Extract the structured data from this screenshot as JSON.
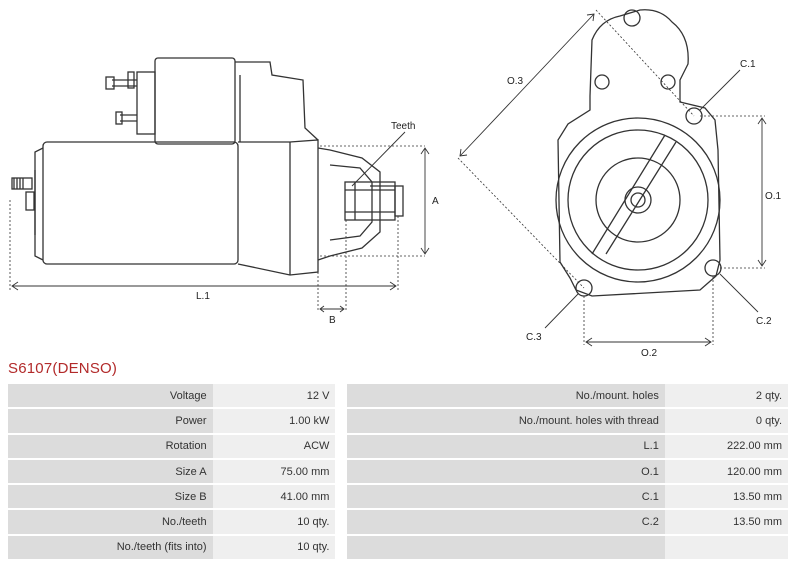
{
  "drawing": {
    "labels": {
      "teeth": "Teeth",
      "a": "A",
      "b": "B",
      "l1": "L.1",
      "o3": "O.3",
      "o1": "O.1",
      "o2": "O.2",
      "c1": "C.1",
      "c2": "C.2",
      "c3": "C.3"
    },
    "line_color": "#333333"
  },
  "title": "S6107(DENSO)",
  "title_color": "#b22a2a",
  "specs": [
    {
      "left_label": "Voltage",
      "left_value": "12 V",
      "right_label": "No./mount. holes",
      "right_value": "2 qty."
    },
    {
      "left_label": "Power",
      "left_value": "1.00 kW",
      "right_label": "No./mount. holes with thread",
      "right_value": "0 qty."
    },
    {
      "left_label": "Rotation",
      "left_value": "ACW",
      "right_label": "L.1",
      "right_value": "222.00 mm"
    },
    {
      "left_label": "Size A",
      "left_value": "75.00 mm",
      "right_label": "O.1",
      "right_value": "120.00 mm"
    },
    {
      "left_label": "Size B",
      "left_value": "41.00 mm",
      "right_label": "C.1",
      "right_value": "13.50 mm"
    },
    {
      "left_label": "No./teeth",
      "left_value": "10 qty.",
      "right_label": "C.2",
      "right_value": "13.50 mm"
    },
    {
      "left_label": "No./teeth (fits into)",
      "left_value": "10 qty.",
      "right_label": "",
      "right_value": ""
    }
  ]
}
